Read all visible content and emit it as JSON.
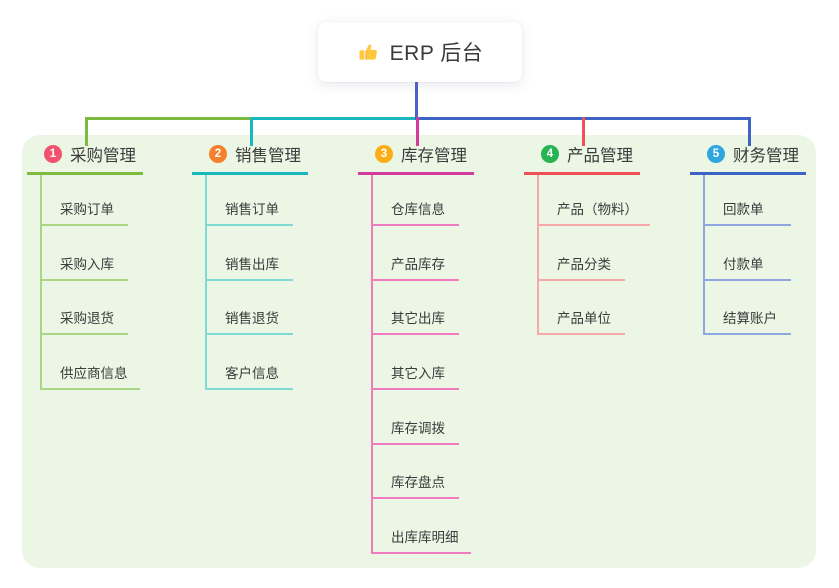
{
  "root": {
    "title": "ERP 后台",
    "icon": "thumbs-up-icon",
    "icon_color": "#FFC83D"
  },
  "canvas": {
    "background": "#ffffff",
    "panel_color": "#ebf6e5",
    "root_connector_color": "#4b63cb"
  },
  "branches": [
    {
      "index": "1",
      "label": "采购管理",
      "badge_color": "#f2526e",
      "line_color": "#7cbb40",
      "child_line_color": "#a9d584",
      "children": [
        "采购订单",
        "采购入库",
        "采购退货",
        "供应商信息"
      ]
    },
    {
      "index": "2",
      "label": "销售管理",
      "badge_color": "#f5812c",
      "line_color": "#17b9be",
      "child_line_color": "#7edad3",
      "children": [
        "销售订单",
        "销售出库",
        "销售退货",
        "客户信息"
      ]
    },
    {
      "index": "3",
      "label": "库存管理",
      "badge_color": "#fbad15",
      "line_color": "#d33c9d",
      "child_line_color": "#f07bbe",
      "children": [
        "仓库信息",
        "产品库存",
        "其它出库",
        "其它入库",
        "库存调拨",
        "库存盘点",
        "出库库明细"
      ]
    },
    {
      "index": "4",
      "label": "产品管理",
      "badge_color": "#28b353",
      "line_color": "#f05156",
      "child_line_color": "#f8a8a8",
      "children": [
        "产品（物料）",
        "产品分类",
        "产品单位"
      ]
    },
    {
      "index": "5",
      "label": "财务管理",
      "badge_color": "#2ea7e0",
      "line_color": "#3e63c7",
      "child_line_color": "#8fa7de",
      "children": [
        "回款单",
        "付款单",
        "结算账户"
      ]
    }
  ]
}
